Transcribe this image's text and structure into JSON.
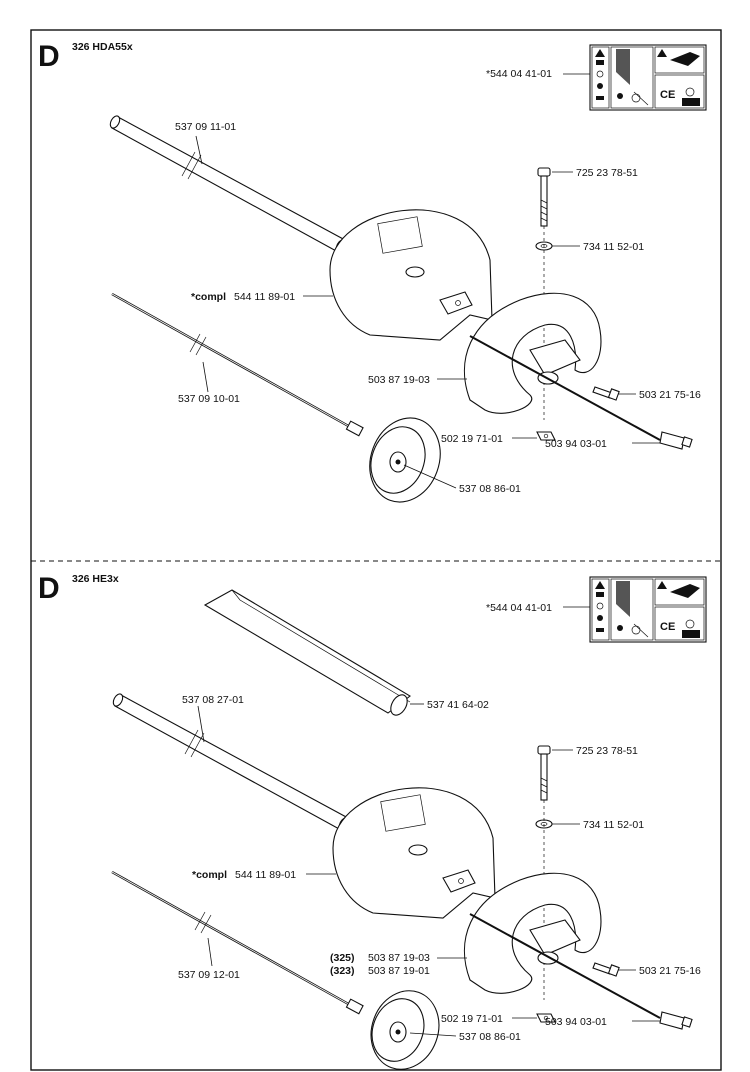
{
  "sections": [
    {
      "letter": "D",
      "model": "326 HDA55x",
      "labels": {
        "decal": "*544 04 41-01",
        "tube": "537 09 11-01",
        "bolt": "725 23 78-51",
        "washer": "734 11 52-01",
        "guard_prefix": "*compl",
        "guard": "544 11 89-01",
        "handle": "503 87 19-03",
        "screw": "503 21 75-16",
        "shaft": "537 09 10-01",
        "nut": "502 19 71-01",
        "switch": "503 94 03-01",
        "hub": "537 08 86-01"
      }
    },
    {
      "letter": "D",
      "model": "326 HE3x",
      "labels": {
        "decal": "*544 04 41-01",
        "cover": "537 41 64-02",
        "tube": "537 08 27-01",
        "bolt": "725 23 78-51",
        "washer": "734 11 52-01",
        "guard_prefix": "*compl",
        "guard": "544 11 89-01",
        "handle_a_prefix": "(325)",
        "handle_a": "503 87 19-03",
        "handle_b_prefix": "(323)",
        "handle_b": "503 87 19-01",
        "screw": "503 21 75-16",
        "shaft": "537 09 12-01",
        "nut": "502 19 71-01",
        "switch": "503 94 03-01",
        "hub": "537 08 86-01"
      }
    }
  ]
}
